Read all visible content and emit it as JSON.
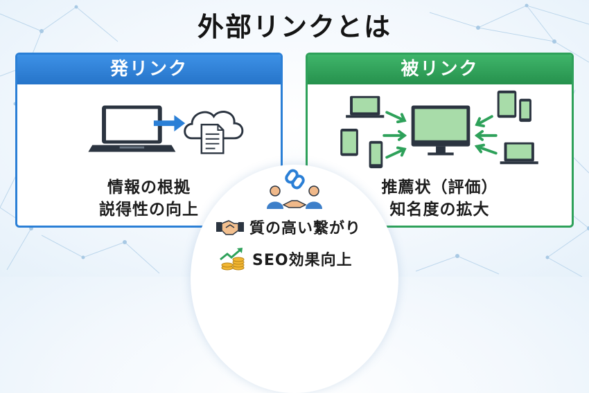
{
  "title": "外部リンクとは",
  "left_panel": {
    "header": "発リンク",
    "lines": [
      "情報の根拠",
      "説得性の向上"
    ],
    "icons": [
      "laptop-icon",
      "arrow-right-icon",
      "cloud-icon",
      "document-icon"
    ]
  },
  "right_panel": {
    "header": "被リンク",
    "lines": [
      "推薦状（評価）",
      "知名度の拡大"
    ],
    "icons": [
      "desktop-monitor-icon",
      "laptop-icon",
      "tablet-icon",
      "smartphone-icon",
      "arrow-in-icon"
    ]
  },
  "center": {
    "icons": [
      "people-link-icon",
      "chain-link-icon"
    ],
    "benefits": [
      {
        "icon": "handshake-icon",
        "label": "質の高い繋がり"
      },
      {
        "icon": "growth-coins-icon",
        "label": "SEO効果向上"
      }
    ]
  },
  "colors": {
    "left_accent": "#2a7fd6",
    "right_accent": "#2ea15a",
    "title_text": "#141414",
    "background": "#eef5fb"
  }
}
